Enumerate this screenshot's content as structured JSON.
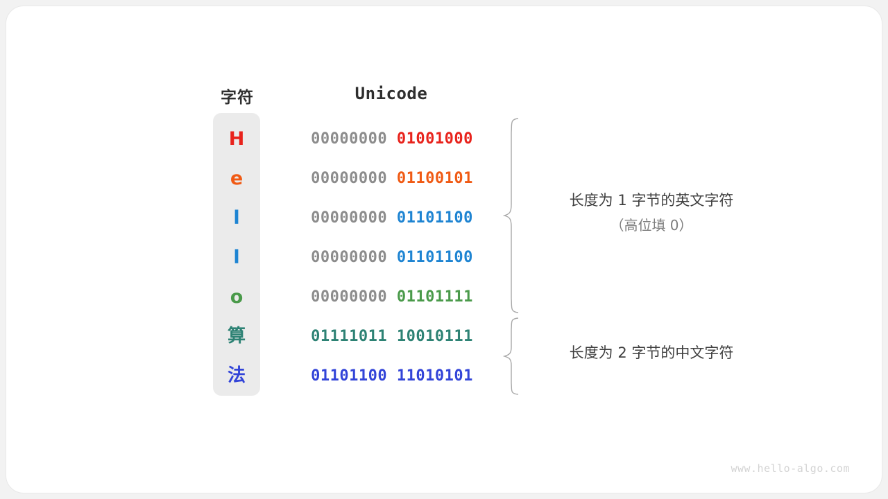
{
  "card": {
    "background": "#ffffff",
    "page_background": "#f2f2f2"
  },
  "headers": {
    "char_label": "字符",
    "unicode_label": "Unicode"
  },
  "colors": {
    "high_byte_gray": "#8c8c8c",
    "column_bg": "#ebebeb",
    "brace": "#a8a8a8",
    "annotation_main": "#3f3f3f",
    "annotation_sub": "#7d7d7d",
    "watermark": "#d3d3d3"
  },
  "rows": [
    {
      "char": "H",
      "color": "#e8231c",
      "high_byte": "00000000",
      "low_byte": "01001000",
      "is_cjk": false,
      "high_colored": false
    },
    {
      "char": "e",
      "color": "#f05a14",
      "high_byte": "00000000",
      "low_byte": "01100101",
      "is_cjk": false,
      "high_colored": false
    },
    {
      "char": "l",
      "color": "#1e84d2",
      "high_byte": "00000000",
      "low_byte": "01101100",
      "is_cjk": false,
      "high_colored": false
    },
    {
      "char": "l",
      "color": "#1e84d2",
      "high_byte": "00000000",
      "low_byte": "01101100",
      "is_cjk": false,
      "high_colored": false
    },
    {
      "char": "o",
      "color": "#4a9a4a",
      "high_byte": "00000000",
      "low_byte": "01101111",
      "is_cjk": false,
      "high_colored": false
    },
    {
      "char": "算",
      "color": "#2d8274",
      "high_byte": "01111011",
      "low_byte": "10010111",
      "is_cjk": true,
      "high_colored": true
    },
    {
      "char": "法",
      "color": "#3244d8",
      "high_byte": "01101100",
      "low_byte": "11010101",
      "is_cjk": true,
      "high_colored": true
    }
  ],
  "annotations": [
    {
      "main": "长度为 1 字节的英文字符",
      "sub": "（高位填 0）"
    },
    {
      "main": "长度为 2 字节的中文字符",
      "sub": ""
    }
  ],
  "watermark": "www.hello-algo.com"
}
